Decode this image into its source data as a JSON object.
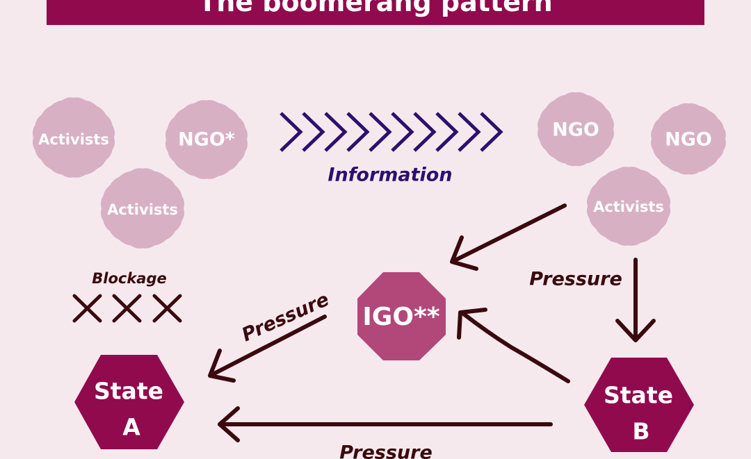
{
  "title": "The boomerang pattern",
  "colors": {
    "background": "#f5e9ee",
    "banner": "#920a4e",
    "badge": "#d8b0c3",
    "igo": "#b2477a",
    "state": "#920a4e",
    "arrow": "#3a0a0e",
    "chevron": "#2e0f6e"
  },
  "nodes": {
    "activists_a1": "Activists",
    "ngo_origin": "NGO*",
    "activists_a2": "Activists",
    "ngo_right_1": "NGO",
    "ngo_right_2": "NGO",
    "activists_b": "Activists",
    "igo": "IGO**",
    "state_a_line1": "State",
    "state_a_line2": "A",
    "state_b_line1": "State",
    "state_b_line2": "B"
  },
  "labels": {
    "information": "Information",
    "blockage": "Blockage",
    "pressure_right": "Pressure",
    "pressure_left": "Pressure",
    "pressure_bottom": "Pressure"
  },
  "icons": {
    "chevrons": "chevron-right-icon",
    "blockage_marks": "cross-icon"
  }
}
